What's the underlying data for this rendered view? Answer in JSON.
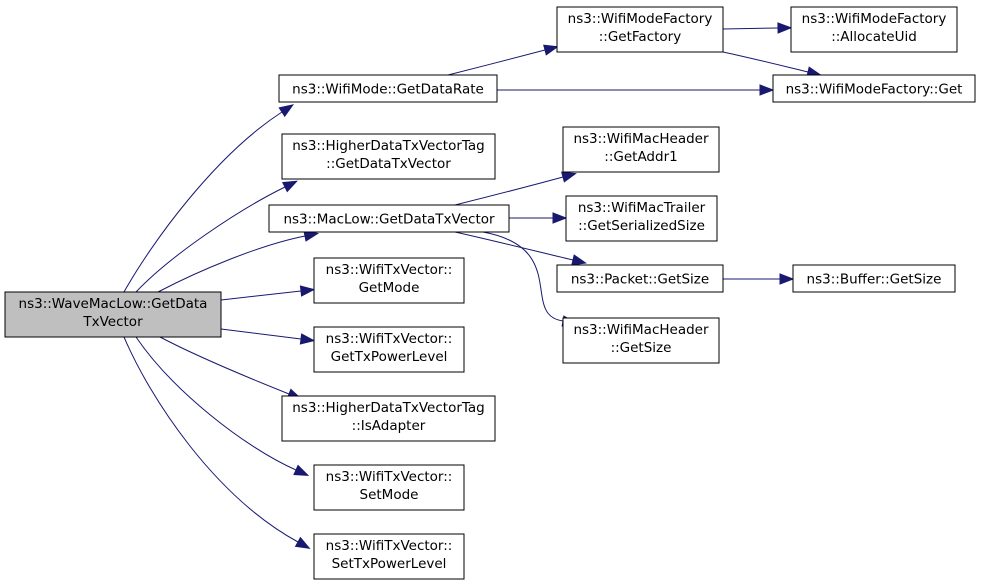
{
  "colors": {
    "edge": "#191970",
    "root_fill": "#bfbfbf",
    "node_fill": "#ffffff",
    "border": "#000000"
  },
  "nodes": {
    "root": [
      "ns3::WaveMacLow::GetData",
      "TxVector"
    ],
    "wifimode_getdatarate": [
      "ns3::WifiMode::GetDataRate"
    ],
    "higher_getdatatxvector": [
      "ns3::HigherDataTxVectorTag",
      "::GetDataTxVector"
    ],
    "maclow_getdatatxvector": [
      "ns3::MacLow::GetDataTxVector"
    ],
    "txvector_getmode": [
      "ns3::WifiTxVector::",
      "GetMode"
    ],
    "txvector_gettxpowerlevel": [
      "ns3::WifiTxVector::",
      "GetTxPowerLevel"
    ],
    "higher_isadapter": [
      "ns3::HigherDataTxVectorTag",
      "::IsAdapter"
    ],
    "txvector_setmode": [
      "ns3::WifiTxVector::",
      "SetMode"
    ],
    "txvector_settxpowerlevel": [
      "ns3::WifiTxVector::",
      "SetTxPowerLevel"
    ],
    "factory_getfactory": [
      "ns3::WifiModeFactory",
      "::GetFactory"
    ],
    "factory_allocateuid": [
      "ns3::WifiModeFactory",
      "::AllocateUid"
    ],
    "factory_get": [
      "ns3::WifiModeFactory::Get"
    ],
    "macheader_getaddr1": [
      "ns3::WifiMacHeader",
      "::GetAddr1"
    ],
    "mactrailer_getserializedsize": [
      "ns3::WifiMacTrailer",
      "::GetSerializedSize"
    ],
    "packet_getsize": [
      "ns3::Packet::GetSize"
    ],
    "buffer_getsize": [
      "ns3::Buffer::GetSize"
    ],
    "macheader_getsize": [
      "ns3::WifiMacHeader",
      "::GetSize"
    ]
  }
}
